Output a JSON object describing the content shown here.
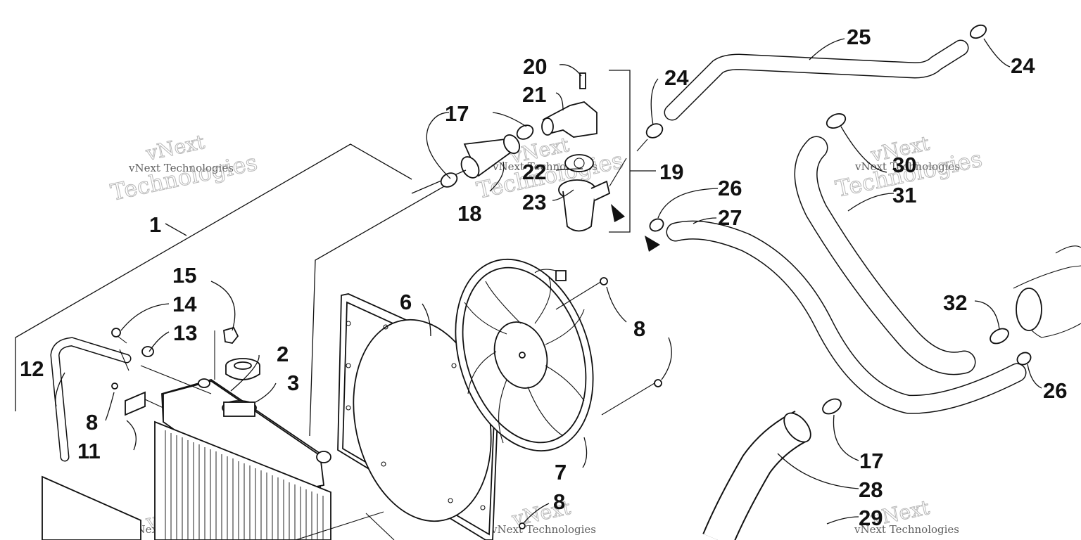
{
  "callouts": [
    {
      "id": "c1",
      "text": "1"
    },
    {
      "id": "c2",
      "text": "2"
    },
    {
      "id": "c3",
      "text": "3"
    },
    {
      "id": "c6",
      "text": "6"
    },
    {
      "id": "c7",
      "text": "7"
    },
    {
      "id": "c8a",
      "text": "8"
    },
    {
      "id": "c8b",
      "text": "8"
    },
    {
      "id": "c8c",
      "text": "8"
    },
    {
      "id": "c11",
      "text": "11"
    },
    {
      "id": "c12",
      "text": "12"
    },
    {
      "id": "c13",
      "text": "13"
    },
    {
      "id": "c14",
      "text": "14"
    },
    {
      "id": "c15",
      "text": "15"
    },
    {
      "id": "c17a",
      "text": "17"
    },
    {
      "id": "c17b",
      "text": "17"
    },
    {
      "id": "c18",
      "text": "18"
    },
    {
      "id": "c19",
      "text": "19"
    },
    {
      "id": "c20",
      "text": "20"
    },
    {
      "id": "c21",
      "text": "21"
    },
    {
      "id": "c22",
      "text": "22"
    },
    {
      "id": "c23",
      "text": "23"
    },
    {
      "id": "c24a",
      "text": "24"
    },
    {
      "id": "c24b",
      "text": "24"
    },
    {
      "id": "c25",
      "text": "25"
    },
    {
      "id": "c26a",
      "text": "26"
    },
    {
      "id": "c26b",
      "text": "26"
    },
    {
      "id": "c27",
      "text": "27"
    },
    {
      "id": "c28",
      "text": "28"
    },
    {
      "id": "c29",
      "text": "29"
    },
    {
      "id": "c30",
      "text": "30"
    },
    {
      "id": "c31",
      "text": "31"
    },
    {
      "id": "c32",
      "text": "32"
    }
  ],
  "watermark": {
    "brand": "vNext",
    "line2": "Technologies",
    "full": "vNext Technologies"
  }
}
